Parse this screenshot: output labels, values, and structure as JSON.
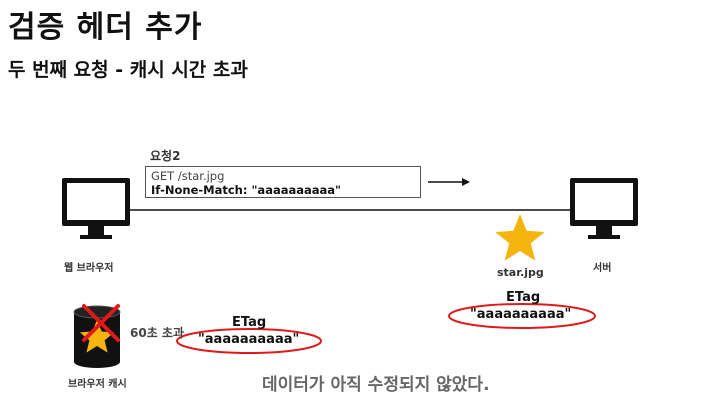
{
  "header": {
    "title": "검증 헤더 추가",
    "subtitle": "두 번째 요청 - 캐시 시간 초과"
  },
  "request": {
    "label": "요청2",
    "line1": "GET /star.jpg",
    "line2": "If-None-Match: \"aaaaaaaaaa\""
  },
  "client": {
    "label": "웹 브라우저"
  },
  "server": {
    "label": "서버",
    "resource_label": "star.jpg",
    "etag_label": "ETag",
    "etag_value": "\"aaaaaaaaaa\""
  },
  "cache": {
    "label": "브라우저 캐시",
    "elapsed_label": "60초 초과",
    "etag_label": "ETag",
    "etag_value": "\"aaaaaaaaaa\""
  },
  "message": "데이터가 아직 수정되지 않았다.",
  "colors": {
    "accent_red": "#e0191b",
    "star_yellow": "#f6b40e",
    "line": "#111111"
  },
  "icons": [
    "monitor-icon",
    "star-icon",
    "database-icon",
    "x-mark-icon",
    "arrow-right-icon"
  ]
}
